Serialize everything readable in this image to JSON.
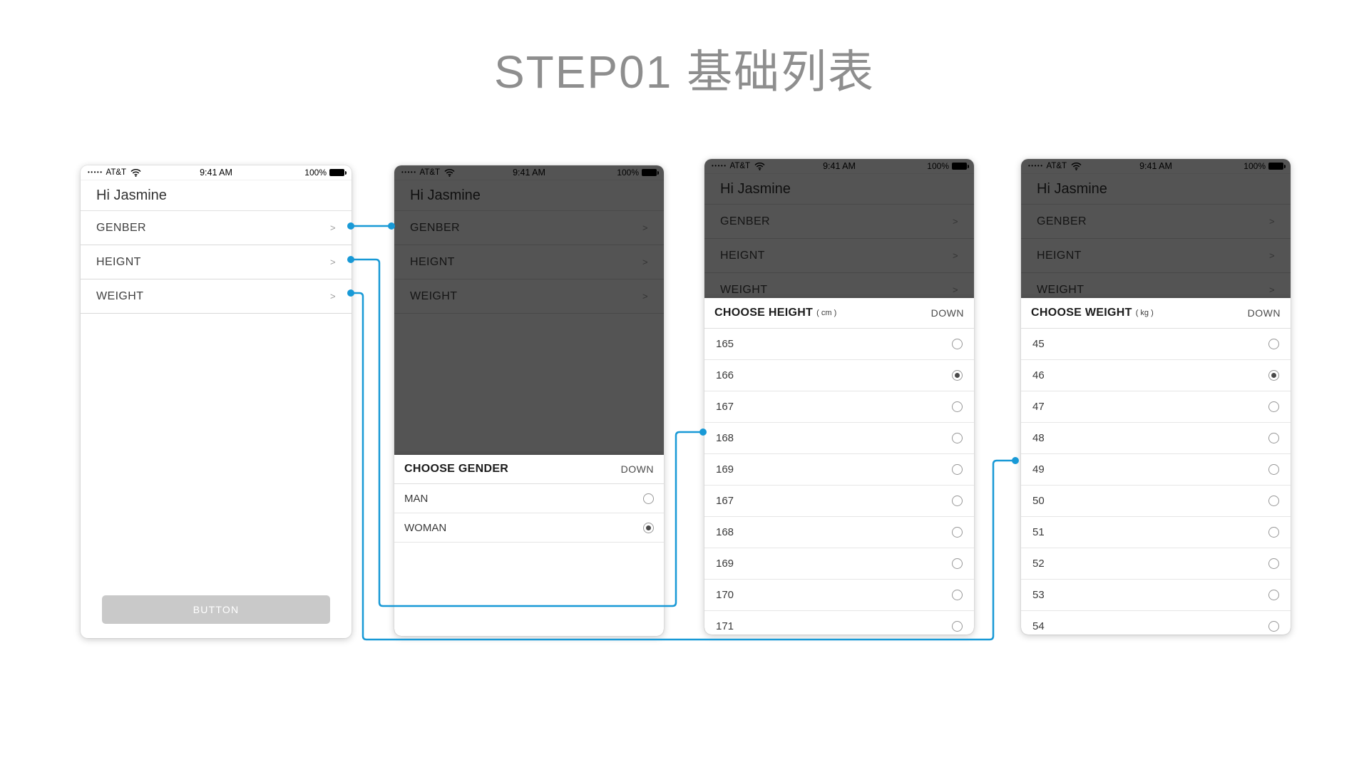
{
  "page": {
    "title": "STEP01 基础列表"
  },
  "colors": {
    "accent": "#1899d6",
    "button_gray": "#c9c9c9"
  },
  "ui": {
    "chevron": ">"
  },
  "status_bar": {
    "signal_dots": "•••••",
    "carrier": "AT&T",
    "time": "9:41 AM",
    "battery_percent": "100%"
  },
  "phones": [
    {
      "greeting": "Hi Jasmine",
      "rows": [
        {
          "label": "GENBER"
        },
        {
          "label": "HEIGNT"
        },
        {
          "label": "WEIGHT"
        }
      ],
      "button_label": "BUTTON"
    },
    {
      "greeting": "Hi Jasmine",
      "rows": [
        {
          "label": "GENBER"
        },
        {
          "label": "HEIGNT"
        },
        {
          "label": "WEIGHT"
        }
      ],
      "sheet": {
        "title": "CHOOSE GENDER",
        "unit": "",
        "action": "DOWN",
        "options": [
          {
            "label": "MAN",
            "selected": false
          },
          {
            "label": "WOMAN",
            "selected": true
          }
        ]
      }
    },
    {
      "greeting": "Hi Jasmine",
      "rows": [
        {
          "label": "GENBER"
        },
        {
          "label": "HEIGNT"
        },
        {
          "label": "WEIGHT"
        }
      ],
      "sheet": {
        "title": "CHOOSE HEIGHT",
        "unit": "( cm )",
        "action": "DOWN",
        "options": [
          {
            "label": "165",
            "selected": false
          },
          {
            "label": "166",
            "selected": true
          },
          {
            "label": "167",
            "selected": false
          },
          {
            "label": "168",
            "selected": false
          },
          {
            "label": "169",
            "selected": false
          },
          {
            "label": "167",
            "selected": false
          },
          {
            "label": "168",
            "selected": false
          },
          {
            "label": "169",
            "selected": false
          },
          {
            "label": "170",
            "selected": false
          },
          {
            "label": "171",
            "selected": false
          }
        ]
      }
    },
    {
      "greeting": "Hi Jasmine",
      "rows": [
        {
          "label": "GENBER"
        },
        {
          "label": "HEIGNT"
        },
        {
          "label": "WEIGHT"
        }
      ],
      "sheet": {
        "title": "CHOOSE WEIGHT",
        "unit": "( kg )",
        "action": "DOWN",
        "options": [
          {
            "label": "45",
            "selected": false
          },
          {
            "label": "46",
            "selected": true
          },
          {
            "label": "47",
            "selected": false
          },
          {
            "label": "48",
            "selected": false
          },
          {
            "label": "49",
            "selected": false
          },
          {
            "label": "50",
            "selected": false
          },
          {
            "label": "51",
            "selected": false
          },
          {
            "label": "52",
            "selected": false
          },
          {
            "label": "53",
            "selected": false
          },
          {
            "label": "54",
            "selected": false
          }
        ]
      }
    }
  ]
}
